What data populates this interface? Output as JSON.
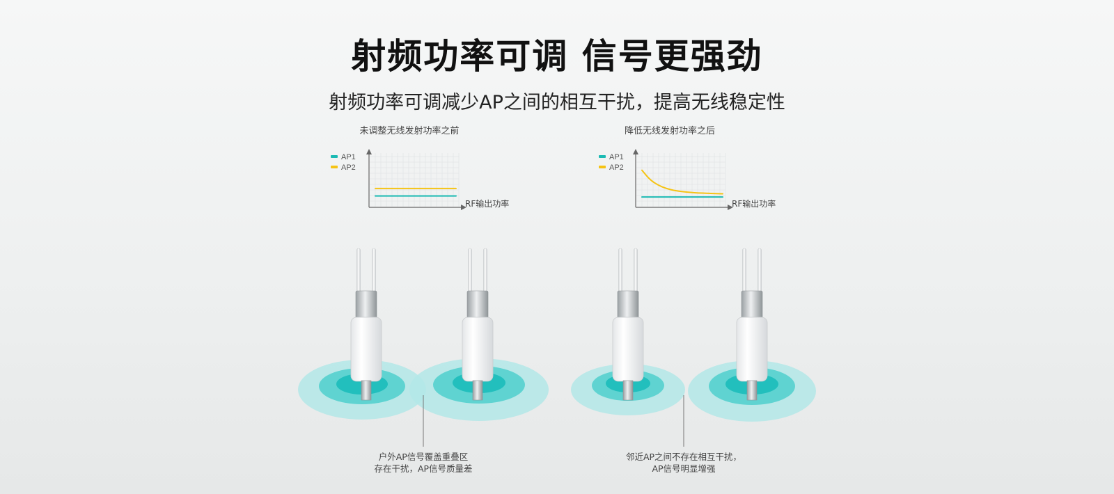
{
  "title": "射频功率可调 信号更强劲",
  "subtitle": "射频功率可调减少AP之间的相互干扰，提高无线稳定性",
  "colors": {
    "ap1": "#1bbab3",
    "ap2": "#f5c314",
    "coverage_outer": "#b3e8e7",
    "coverage_mid": "#5fd3d1",
    "coverage_inner": "#22bfbd",
    "device_body": "#ffffff"
  },
  "charts": [
    {
      "title": "未调整无线发射功率之前",
      "legend": [
        "AP1",
        "AP2"
      ],
      "xlabel": "RF输出功率"
    },
    {
      "title": "降低无线发射功率之后",
      "legend": [
        "AP1",
        "AP2"
      ],
      "xlabel": "RF输出功率"
    }
  ],
  "chart_data": [
    {
      "type": "line",
      "title": "未调整无线发射功率之前",
      "xlabel": "RF输出功率",
      "ylabel": "",
      "xlim": [
        0,
        10
      ],
      "ylim": [
        0,
        10
      ],
      "grid": true,
      "legend_position": "left",
      "series": [
        {
          "name": "AP1",
          "x": [
            0,
            10
          ],
          "y": [
            2.0,
            2.0
          ]
        },
        {
          "name": "AP2",
          "x": [
            0,
            10
          ],
          "y": [
            3.4,
            3.4
          ]
        }
      ]
    },
    {
      "type": "line",
      "title": "降低无线发射功率之后",
      "xlabel": "RF输出功率",
      "ylabel": "",
      "xlim": [
        0,
        10
      ],
      "ylim": [
        0,
        10
      ],
      "grid": true,
      "legend_position": "left",
      "series": [
        {
          "name": "AP1",
          "x": [
            0,
            10
          ],
          "y": [
            1.8,
            1.8
          ]
        },
        {
          "name": "AP2",
          "x": [
            0,
            1,
            2,
            3,
            4,
            5,
            6,
            7,
            8,
            9,
            10
          ],
          "y": [
            6.8,
            5.0,
            4.0,
            3.4,
            3.0,
            2.8,
            2.65,
            2.55,
            2.5,
            2.45,
            2.4
          ]
        }
      ]
    }
  ],
  "annotations": [
    {
      "line1": "户外AP信号覆盖重叠区",
      "line2": "存在干扰，AP信号质量差"
    },
    {
      "line1": "邻近AP之间不存在相互干扰，",
      "line2": "AP信号明显增强"
    }
  ]
}
